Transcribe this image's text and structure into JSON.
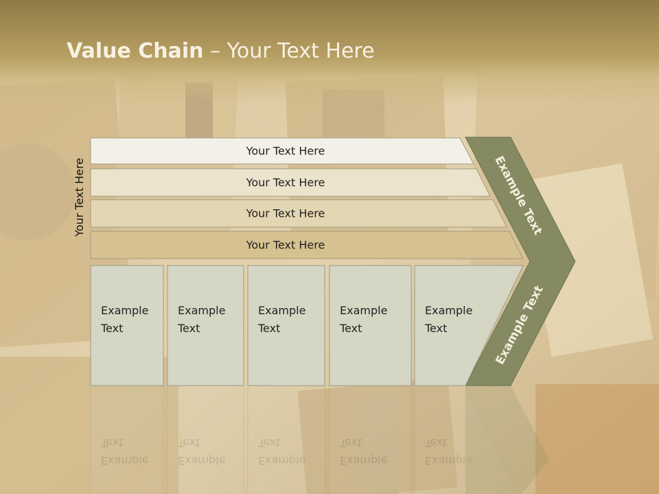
{
  "slide": {
    "title_bold": "Value Chain",
    "title_sep": " – ",
    "title_rest": "Your Text Here",
    "side_label": "Your Text Here"
  },
  "rows": [
    {
      "label": "Your Text Here",
      "fill": "#f3f0e8"
    },
    {
      "label": "Your Text Here",
      "fill": "#ece3cd"
    },
    {
      "label": "Your Text Here",
      "fill": "#e3d6b2"
    },
    {
      "label": "Your Text Here",
      "fill": "#d6c190"
    }
  ],
  "cells": [
    {
      "line1": "Example",
      "line2": "Text"
    },
    {
      "line1": "Example",
      "line2": "Text"
    },
    {
      "line1": "Example",
      "line2": "Text"
    },
    {
      "line1": "Example",
      "line2": "Text"
    },
    {
      "line1": "Example",
      "line2": "Text"
    }
  ],
  "arrow": {
    "upper_label": "Example Text",
    "lower_label": "Example Text",
    "color": "#858a62"
  },
  "colors": {
    "cell_fill": "#d5d6c4",
    "cell_stroke": "#9a9a88",
    "row_stroke": "#a29a80",
    "title_text": "#f7f1e2"
  }
}
